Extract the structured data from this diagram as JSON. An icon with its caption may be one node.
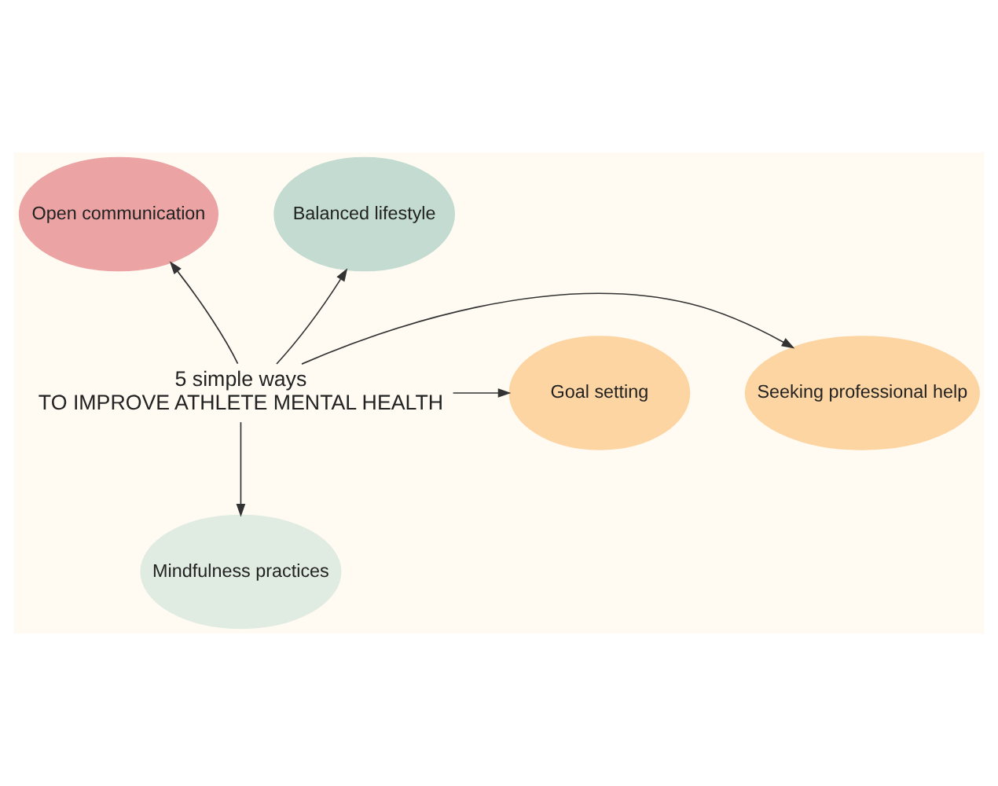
{
  "diagram": {
    "nodes": [
      {
        "text": [
          "5 simple ways",
          "TO IMPROVE ATHLETE MENTAL HEALTH"
        ]
      },
      {
        "text": [
          "Open communication"
        ]
      },
      {
        "text": [
          "Balanced lifestyle"
        ]
      },
      {
        "text": [
          "Seeking professional help"
        ]
      },
      {
        "text": [
          "Goal setting"
        ]
      },
      {
        "text": [
          "Mindfulness practices"
        ]
      }
    ],
    "edges": [
      {
        "from": 0,
        "to": 1,
        "arrow": "to"
      },
      {
        "from": 0,
        "to": 2,
        "arrow": "to"
      },
      {
        "from": 0,
        "to": 3,
        "arrow": "to"
      },
      {
        "from": 0,
        "to": 4,
        "arrow": "to"
      },
      {
        "from": 0,
        "to": 5,
        "arrow": "to"
      }
    ]
  }
}
